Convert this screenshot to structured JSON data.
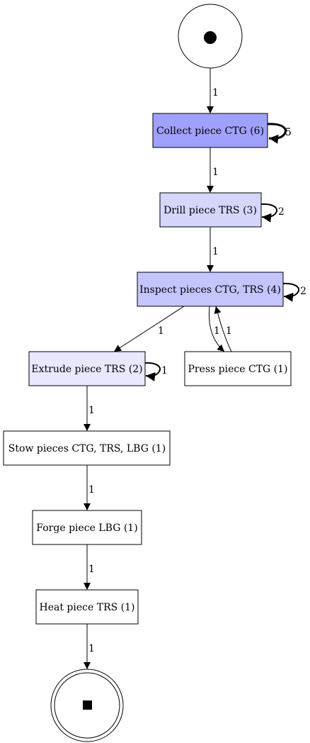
{
  "diagram": {
    "nodes": [
      {
        "id": "start",
        "shape": "start",
        "label": ""
      },
      {
        "id": "collect",
        "shape": "box",
        "label": "Collect piece CTG (6)",
        "fill": "#a0a0ff"
      },
      {
        "id": "drill",
        "shape": "box",
        "label": "Drill piece TRS (3)",
        "fill": "#d6d6fd"
      },
      {
        "id": "inspect",
        "shape": "box",
        "label": "Inspect pieces CTG, TRS (4)",
        "fill": "#c5c5fe"
      },
      {
        "id": "extrude",
        "shape": "box",
        "label": "Extrude piece TRS (2)",
        "fill": "#e8e8ff"
      },
      {
        "id": "press",
        "shape": "box",
        "label": "Press piece CTG (1)",
        "fill": "#ffffff"
      },
      {
        "id": "stow",
        "shape": "box",
        "label": "Stow pieces CTG, TRS, LBG (1)",
        "fill": "#ffffff"
      },
      {
        "id": "forge",
        "shape": "box",
        "label": "Forge piece LBG (1)",
        "fill": "#ffffff"
      },
      {
        "id": "heat",
        "shape": "box",
        "label": "Heat piece TRS (1)",
        "fill": "#ffffff"
      },
      {
        "id": "end",
        "shape": "end",
        "label": ""
      }
    ],
    "edges": [
      {
        "id": "start-collect",
        "from": "start",
        "to": "collect",
        "label": "1"
      },
      {
        "id": "collect-self",
        "from": "collect",
        "to": "collect",
        "label": "5"
      },
      {
        "id": "collect-drill",
        "from": "collect",
        "to": "drill",
        "label": "1"
      },
      {
        "id": "drill-self",
        "from": "drill",
        "to": "drill",
        "label": "2"
      },
      {
        "id": "drill-inspect",
        "from": "drill",
        "to": "inspect",
        "label": "1"
      },
      {
        "id": "inspect-self",
        "from": "inspect",
        "to": "inspect",
        "label": "2"
      },
      {
        "id": "inspect-extrude",
        "from": "inspect",
        "to": "extrude",
        "label": "1"
      },
      {
        "id": "inspect-press",
        "from": "inspect",
        "to": "press",
        "label": "1"
      },
      {
        "id": "press-inspect",
        "from": "press",
        "to": "inspect",
        "label": "1"
      },
      {
        "id": "extrude-self",
        "from": "extrude",
        "to": "extrude",
        "label": "1"
      },
      {
        "id": "extrude-stow",
        "from": "extrude",
        "to": "stow",
        "label": "1"
      },
      {
        "id": "stow-forge",
        "from": "stow",
        "to": "forge",
        "label": "1"
      },
      {
        "id": "forge-heat",
        "from": "forge",
        "to": "heat",
        "label": "1"
      },
      {
        "id": "heat-end",
        "from": "heat",
        "to": "end",
        "label": "1"
      }
    ]
  }
}
